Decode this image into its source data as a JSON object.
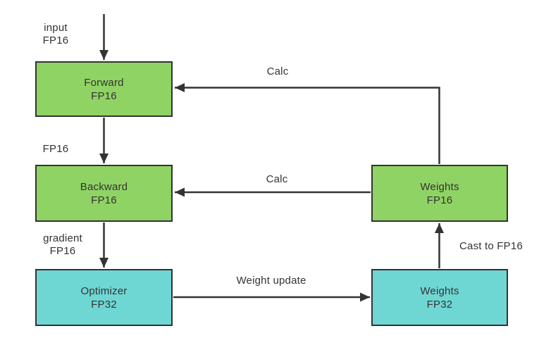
{
  "colors": {
    "node-green": "#8FD364",
    "node-cyan": "#6FD7D3",
    "stroke": "#333333",
    "text": "#333333",
    "canvas-bg": "#FFFFFF"
  },
  "nodes": {
    "forward": {
      "title": "Forward",
      "precision": "FP16"
    },
    "backward": {
      "title": "Backward",
      "precision": "FP16"
    },
    "optimizer": {
      "title": "Optimizer",
      "precision": "FP32"
    },
    "weights_fp16": {
      "title": "Weights",
      "precision": "FP16"
    },
    "weights_fp32": {
      "title": "Weights",
      "precision": "FP32"
    }
  },
  "edge_labels": {
    "input": [
      "input",
      "FP16"
    ],
    "backward_input": "FP16",
    "gradient": [
      "gradient",
      "FP16"
    ],
    "calc_forward": "Calc",
    "calc_backward": "Calc",
    "weight_update": "Weight update",
    "cast_to_fp16": "Cast to FP16"
  }
}
